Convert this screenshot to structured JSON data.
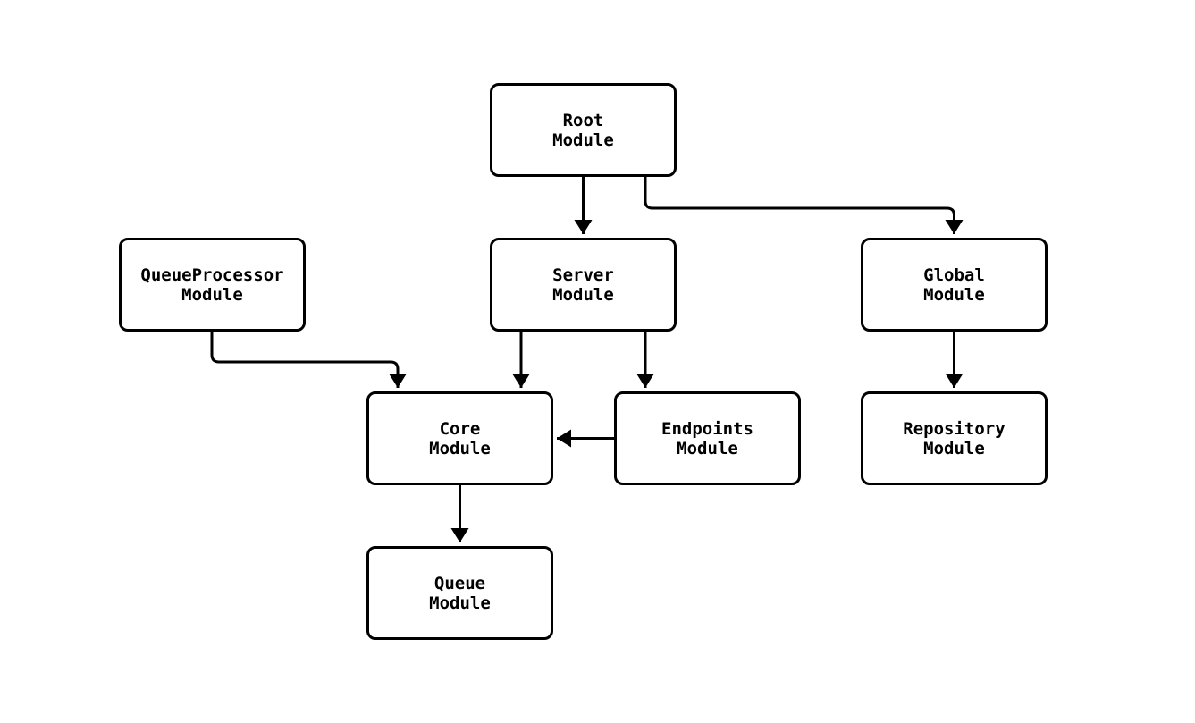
{
  "diagram": {
    "type": "flowchart",
    "background_color": "#ffffff",
    "line_color": "#000000",
    "node_fill_color": "#ffffff",
    "node_border_color": "#000000",
    "text_color": "#000000"
  },
  "nodes": [
    {
      "id": "root",
      "line1": "Root",
      "line2": "Module"
    },
    {
      "id": "queueprocessor",
      "line1": "QueueProcessor",
      "line2": "Module"
    },
    {
      "id": "server",
      "line1": "Server",
      "line2": "Module"
    },
    {
      "id": "global",
      "line1": "Global",
      "line2": "Module"
    },
    {
      "id": "core",
      "line1": "Core",
      "line2": "Module"
    },
    {
      "id": "endpoints",
      "line1": "Endpoints",
      "line2": "Module"
    },
    {
      "id": "repository",
      "line1": "Repository",
      "line2": "Module"
    },
    {
      "id": "queue",
      "line1": "Queue",
      "line2": "Module"
    }
  ],
  "edges": [
    {
      "from": "Root Module",
      "to": "Server Module"
    },
    {
      "from": "Root Module",
      "to": "Global Module"
    },
    {
      "from": "QueueProcessor Module",
      "to": "Core Module"
    },
    {
      "from": "Server Module",
      "to": "Core Module"
    },
    {
      "from": "Server Module",
      "to": "Endpoints Module"
    },
    {
      "from": "Endpoints Module",
      "to": "Core Module"
    },
    {
      "from": "Global Module",
      "to": "Repository Module"
    },
    {
      "from": "Core Module",
      "to": "Queue Module"
    }
  ]
}
